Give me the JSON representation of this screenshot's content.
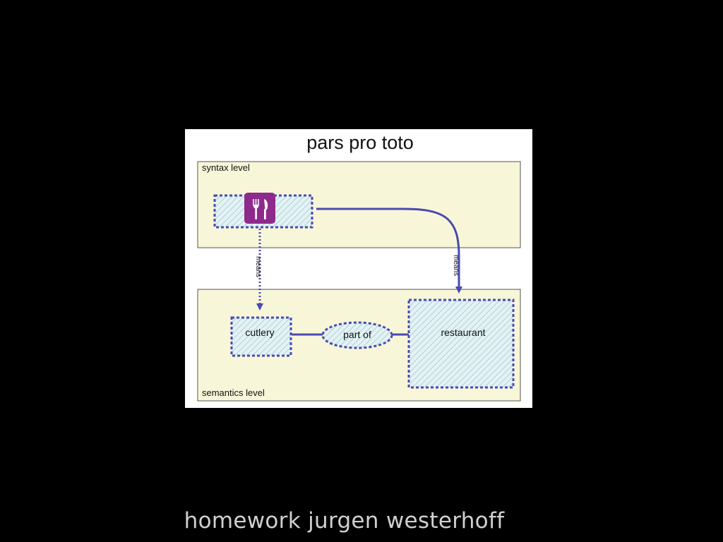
{
  "diagram": {
    "title": "pars pro toto",
    "syntax_level_label": "syntax level",
    "semantics_level_label": "semantics level",
    "means_label_left": "means",
    "means_label_right": "means",
    "cutlery_label": "cutlery",
    "part_of_label": "part of",
    "restaurant_label": "restaurant",
    "icon": "fork-and-knife-icon",
    "colors": {
      "panel_fill": "#f8f6d8",
      "node_stroke": "#4a4ab0",
      "hatch": "#b8dce4",
      "icon_bg": "#8e2a8c"
    }
  },
  "caption": "homework jurgen westerhoff"
}
